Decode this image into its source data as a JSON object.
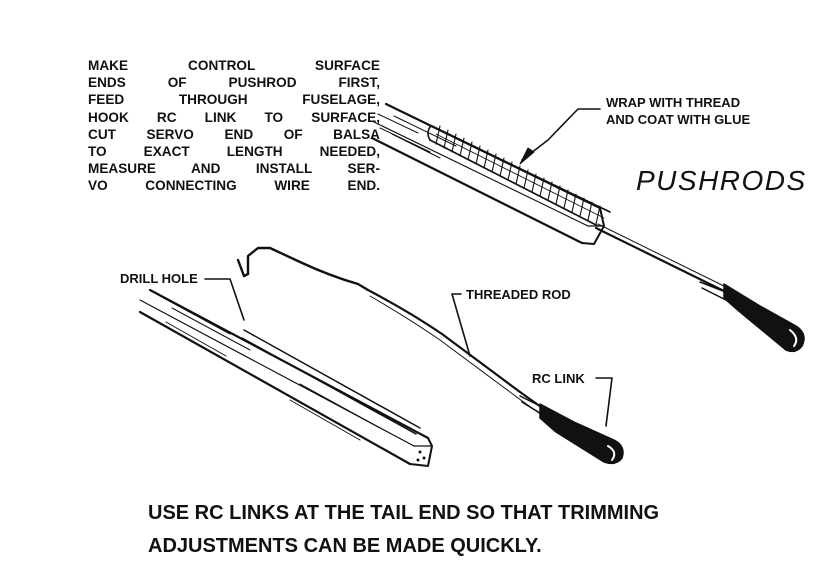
{
  "instructions": [
    "MAKE CONTROL SURFACE",
    "ENDS OF PUSHROD FIRST,",
    "FEED THROUGH FUSELAGE,",
    "HOOK RC LINK TO SURFACE,",
    "CUT SERVO END OF BALSA",
    "TO EXACT LENGTH NEEDED,",
    "MEASURE AND INSTALL SER-",
    "VO CONNECTING WIRE END."
  ],
  "callouts": {
    "wrap_line1": "WRAP WITH THREAD",
    "wrap_line2": "AND COAT WITH GLUE",
    "drill_hole": "DRILL HOLE",
    "threaded_rod": "THREADED ROD",
    "rc_link": "RC LINK"
  },
  "title": "PUSHRODS",
  "caption": {
    "line1": "USE RC LINKS AT THE TAIL END SO THAT TRIMMING",
    "line2": "ADJUSTMENTS CAN BE MADE QUICKLY."
  }
}
